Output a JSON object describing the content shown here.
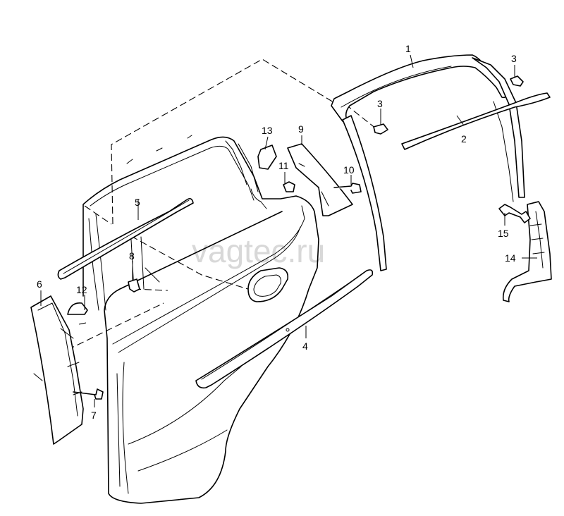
{
  "watermark": "vagtec.ru",
  "callouts": [
    "1",
    "2",
    "3",
    "3",
    "4",
    "5",
    "6",
    "7",
    "8",
    "9",
    "10",
    "11",
    "12",
    "13",
    "14",
    "15"
  ]
}
